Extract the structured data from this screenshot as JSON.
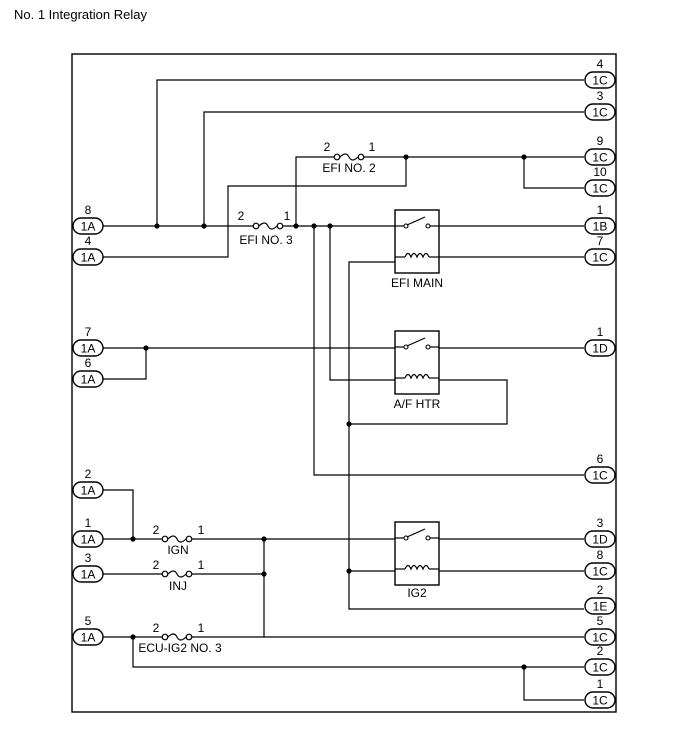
{
  "title": "No. 1 Integration Relay",
  "terminals": {
    "left": [
      {
        "pin": "8",
        "conn": "1A"
      },
      {
        "pin": "4",
        "conn": "1A"
      },
      {
        "pin": "7",
        "conn": "1A"
      },
      {
        "pin": "6",
        "conn": "1A"
      },
      {
        "pin": "2",
        "conn": "1A"
      },
      {
        "pin": "1",
        "conn": "1A"
      },
      {
        "pin": "3",
        "conn": "1A"
      },
      {
        "pin": "5",
        "conn": "1A"
      }
    ],
    "right": [
      {
        "pin": "4",
        "conn": "1C"
      },
      {
        "pin": "3",
        "conn": "1C"
      },
      {
        "pin": "9",
        "conn": "1C"
      },
      {
        "pin": "10",
        "conn": "1C"
      },
      {
        "pin": "1",
        "conn": "1B"
      },
      {
        "pin": "7",
        "conn": "1C"
      },
      {
        "pin": "1",
        "conn": "1D"
      },
      {
        "pin": "6",
        "conn": "1C"
      },
      {
        "pin": "3",
        "conn": "1D"
      },
      {
        "pin": "8",
        "conn": "1C"
      },
      {
        "pin": "2",
        "conn": "1E"
      },
      {
        "pin": "5",
        "conn": "1C"
      },
      {
        "pin": "2",
        "conn": "1C"
      },
      {
        "pin": "1",
        "conn": "1C"
      }
    ]
  },
  "fuses": [
    {
      "label": "EFI NO. 2",
      "pin_left": "2",
      "pin_right": "1"
    },
    {
      "label": "EFI NO. 3",
      "pin_left": "2",
      "pin_right": "1"
    },
    {
      "label": "IGN",
      "pin_left": "2",
      "pin_right": "1"
    },
    {
      "label": "INJ",
      "pin_left": "2",
      "pin_right": "1"
    },
    {
      "label": "ECU-IG2 NO. 3",
      "pin_left": "2",
      "pin_right": "1"
    }
  ],
  "relays": [
    {
      "label": "EFI MAIN"
    },
    {
      "label": "A/F HTR"
    },
    {
      "label": "IG2"
    }
  ]
}
